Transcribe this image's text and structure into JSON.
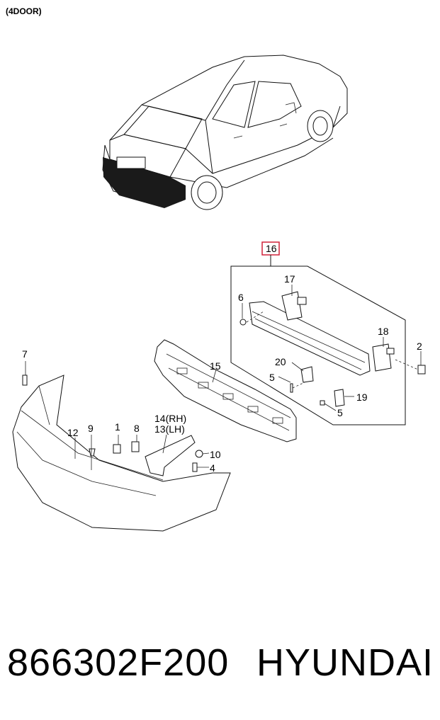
{
  "variant_label": "(4DOOR)",
  "part_number": "866302F200",
  "brand": "HYUNDAI",
  "highlight_color": "#d0223a",
  "callouts": {
    "c1": "1",
    "c2": "2",
    "c4": "4",
    "c5a": "5",
    "c5b": "5",
    "c6": "6",
    "c7": "7",
    "c8": "8",
    "c9": "9",
    "c10": "10",
    "c12": "12",
    "c13": "13(LH)",
    "c14": "14(RH)",
    "c15": "15",
    "c16": "16",
    "c17": "17",
    "c18": "18",
    "c19": "19",
    "c20": "20"
  }
}
